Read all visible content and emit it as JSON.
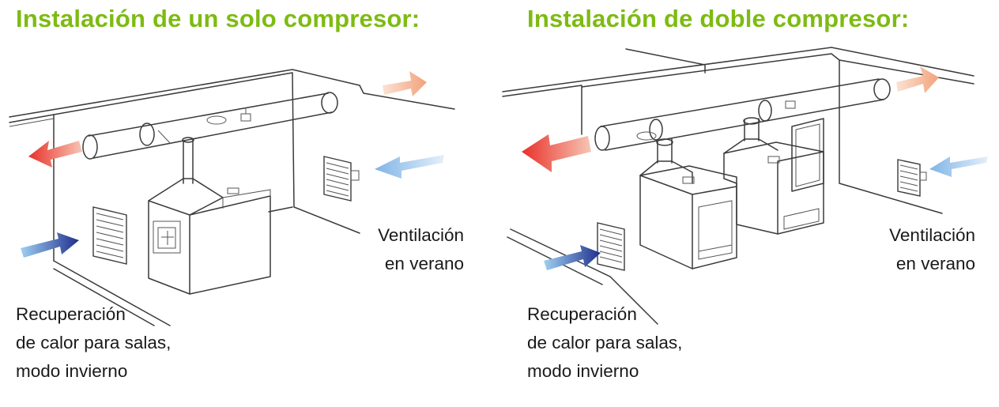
{
  "colors": {
    "title_green": "#7dbb12",
    "hot_red": "#e8302a",
    "warm_orange": "#f2a27a",
    "cool_blue": "#7fb4e6",
    "cold_navy": "#1f2f8c"
  },
  "panels": [
    {
      "title": "Instalación de un solo compresor:",
      "summer_label": [
        "Ventilación",
        "en verano"
      ],
      "winter_label": [
        "Recuperación",
        "de calor para salas,",
        "modo invierno"
      ]
    },
    {
      "title": "Instalación de doble compresor:",
      "summer_label": [
        "Ventilación",
        "en verano"
      ],
      "winter_label": [
        "Recuperación",
        "de calor para salas,",
        "modo invierno"
      ]
    }
  ]
}
